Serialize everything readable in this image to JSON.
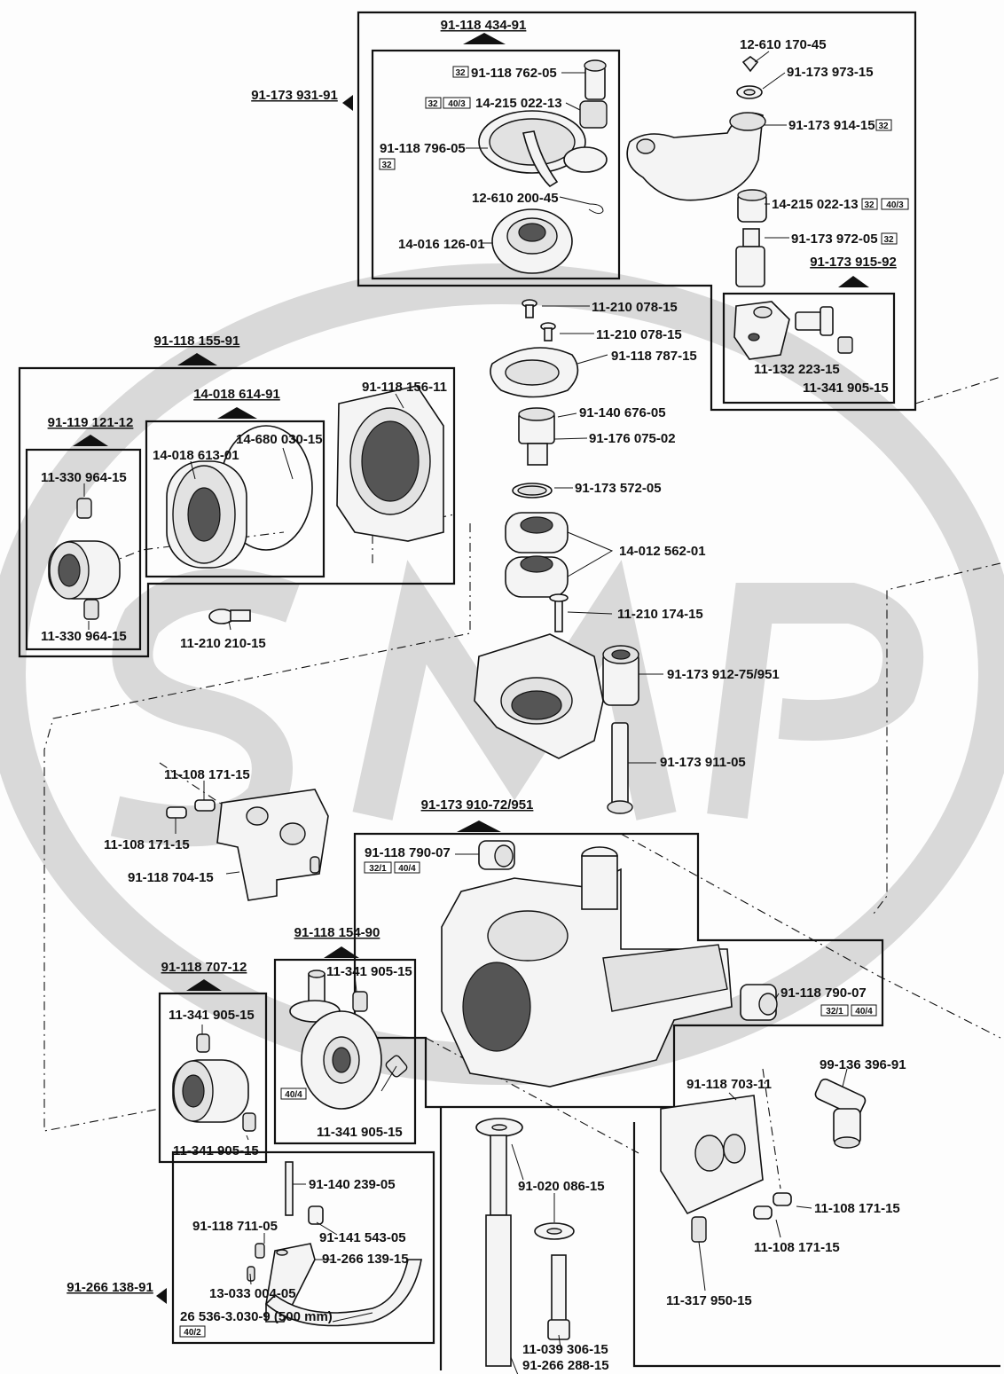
{
  "watermark": {
    "text": "SMP",
    "color": "#d9d9d9"
  },
  "groups": {
    "g_434": "91-118 434-91",
    "g_931": "91-173 931-91",
    "g_915": "91-173 915-92",
    "g_155": "91-118 155-91",
    "g_614": "14-018 614-91",
    "g_121": "91-119 121-12",
    "g_910": "91-173 910-72/951",
    "g_154": "91-118 154-90",
    "g_707": "91-118 707-12",
    "g_138": "91-266 138-91"
  },
  "badges": {
    "b32": "32",
    "b40_3": "40/3",
    "b32_1": "32/1",
    "b40_4": "40/4",
    "b40_2": "40/2"
  },
  "labels": {
    "l_762": "91-118 762-05",
    "l_022a": "14-215 022-13",
    "l_796": "91-118 796-05",
    "l_200": "12-610 200-45",
    "l_126": "14-016 126-01",
    "l_170": "12-610 170-45",
    "l_973": "91-173 973-15",
    "l_914": "91-173 914-15",
    "l_022b": "14-215 022-13",
    "l_972": "91-173 972-05",
    "l_078a": "11-210 078-15",
    "l_078b": "11-210 078-15",
    "l_787": "91-118 787-15",
    "l_223": "11-132 223-15",
    "l_905a": "11-341 905-15",
    "l_676": "91-140 676-05",
    "l_075": "91-176 075-02",
    "l_572": "91-173 572-05",
    "l_562": "14-012 562-01",
    "l_174": "11-210 174-15",
    "l_912": "91-173 912-75/951",
    "l_911": "91-173 911-05",
    "l_156": "91-118 156-11",
    "l_030": "14-680 030-15",
    "l_613": "14-018 613-01",
    "l_964a": "11-330 964-15",
    "l_964b": "11-330 964-15",
    "l_210": "11-210 210-15",
    "l_171a": "11-108 171-15",
    "l_171b": "11-108 171-15",
    "l_704": "91-118 704-15",
    "l_790a": "91-118 790-07",
    "l_790b": "91-118 790-07",
    "l_905b": "11-341 905-15",
    "l_905c": "11-341 905-15",
    "l_905d": "11-341 905-15",
    "l_905e": "11-341 905-15",
    "l_396": "99-136 396-91",
    "l_703": "91-118 703-11",
    "l_171c": "11-108 171-15",
    "l_171d": "11-108 171-15",
    "l_950": "11-317 950-15",
    "l_086": "91-020 086-15",
    "l_306": "11-039 306-15",
    "l_288": "91-266 288-15",
    "l_239": "91-140 239-05",
    "l_711": "91-118 711-05",
    "l_543": "91-141 543-05",
    "l_139": "91-266 139-15",
    "l_004": "13-033 004-05",
    "l_536": "26 536-3.030-9 (500 mm)"
  }
}
